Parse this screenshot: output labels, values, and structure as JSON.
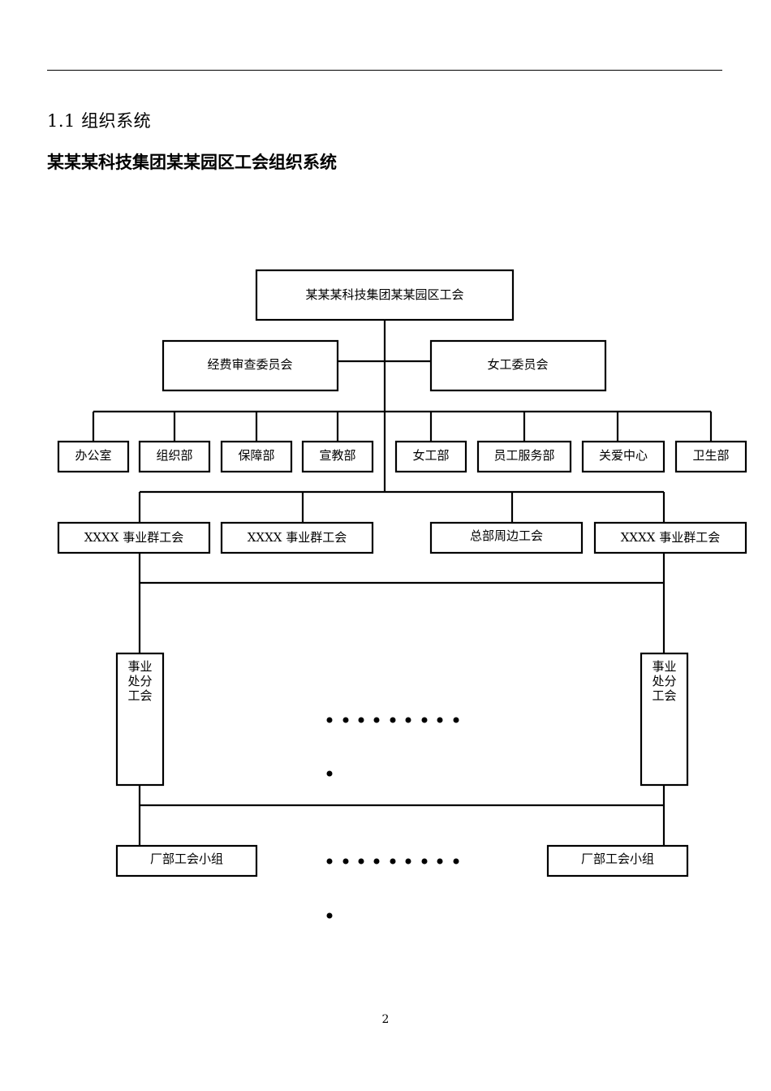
{
  "header": {
    "section_heading": "1.1 组织系统",
    "doc_title": "某某某科技集团某某园区工会组织系统"
  },
  "org": {
    "root": "某某某科技集团某某园区工会",
    "committees": [
      "经费审查委员会",
      "女工委员会"
    ],
    "departments": [
      "办公室",
      "组织部",
      "保障部",
      "宣教部",
      "女工部",
      "员工服务部",
      "关爱中心",
      "卫生部"
    ],
    "group_unions": [
      "XXXX 事业群工会",
      "XXXX 事业群工会",
      "总部周边工会",
      "XXXX 事业群工会"
    ],
    "division_unions": [
      "事业处分工会",
      "事业处分工会"
    ],
    "factory_groups": [
      "厂部工会小组",
      "厂部工会小组"
    ]
  },
  "footer": {
    "page_number": "2"
  }
}
